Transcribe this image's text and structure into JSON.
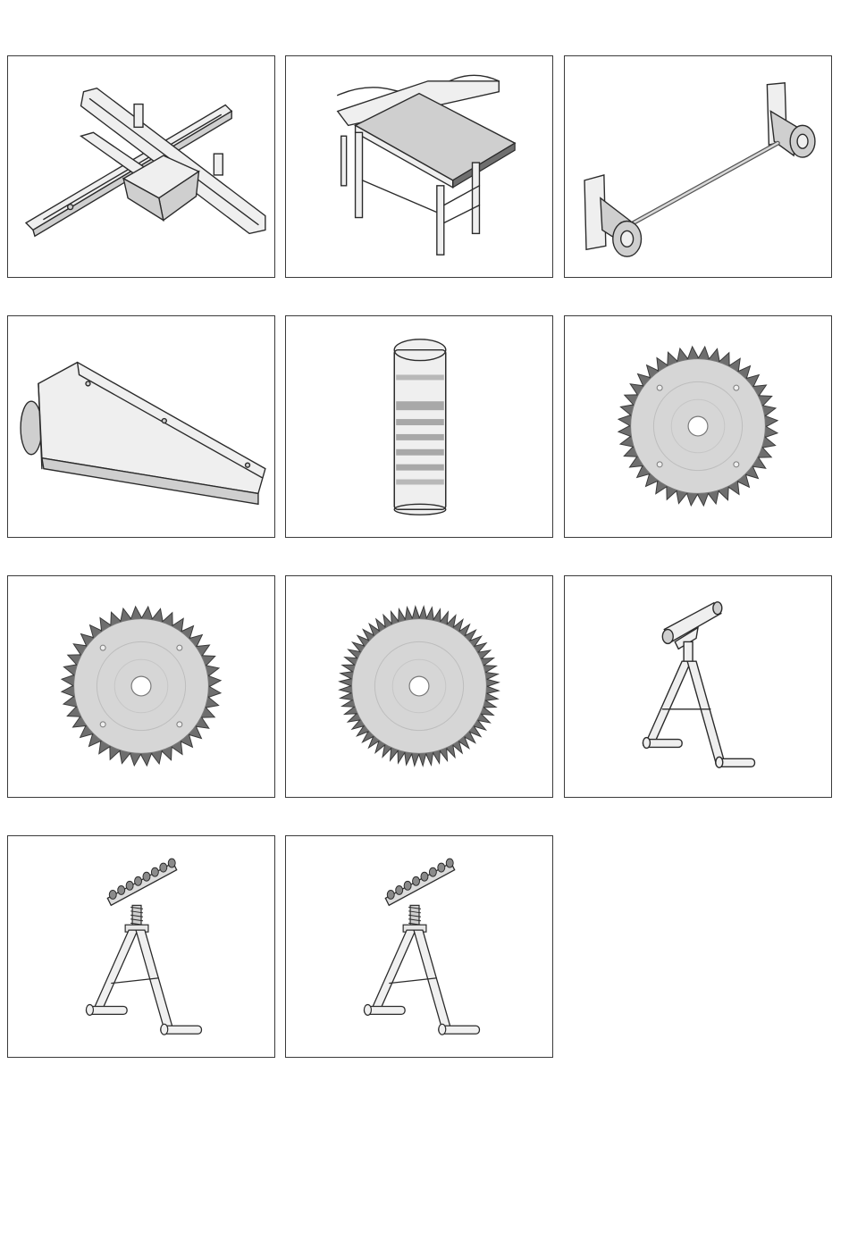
{
  "page": {
    "background": "#ffffff",
    "border_color": "#3a3a3a",
    "blade_color": "#6e6e6e",
    "disc_color": "#d6d6d6"
  },
  "panels": [
    {
      "illustration": "sliding-carriage"
    },
    {
      "illustration": "extension-table"
    },
    {
      "illustration": "wheel-kit"
    },
    {
      "illustration": "extraction-hood"
    },
    {
      "illustration": "spray-can"
    },
    {
      "illustration": "saw-blade-40-teeth"
    },
    {
      "illustration": "saw-blade-40-teeth"
    },
    {
      "illustration": "saw-blade-60-teeth"
    },
    {
      "illustration": "roller-stand"
    },
    {
      "illustration": "multi-roller-stand"
    },
    {
      "illustration": "multi-roller-stand"
    }
  ],
  "blades": [
    {
      "teeth": 40
    },
    {
      "teeth": 40
    },
    {
      "teeth": 60
    }
  ]
}
